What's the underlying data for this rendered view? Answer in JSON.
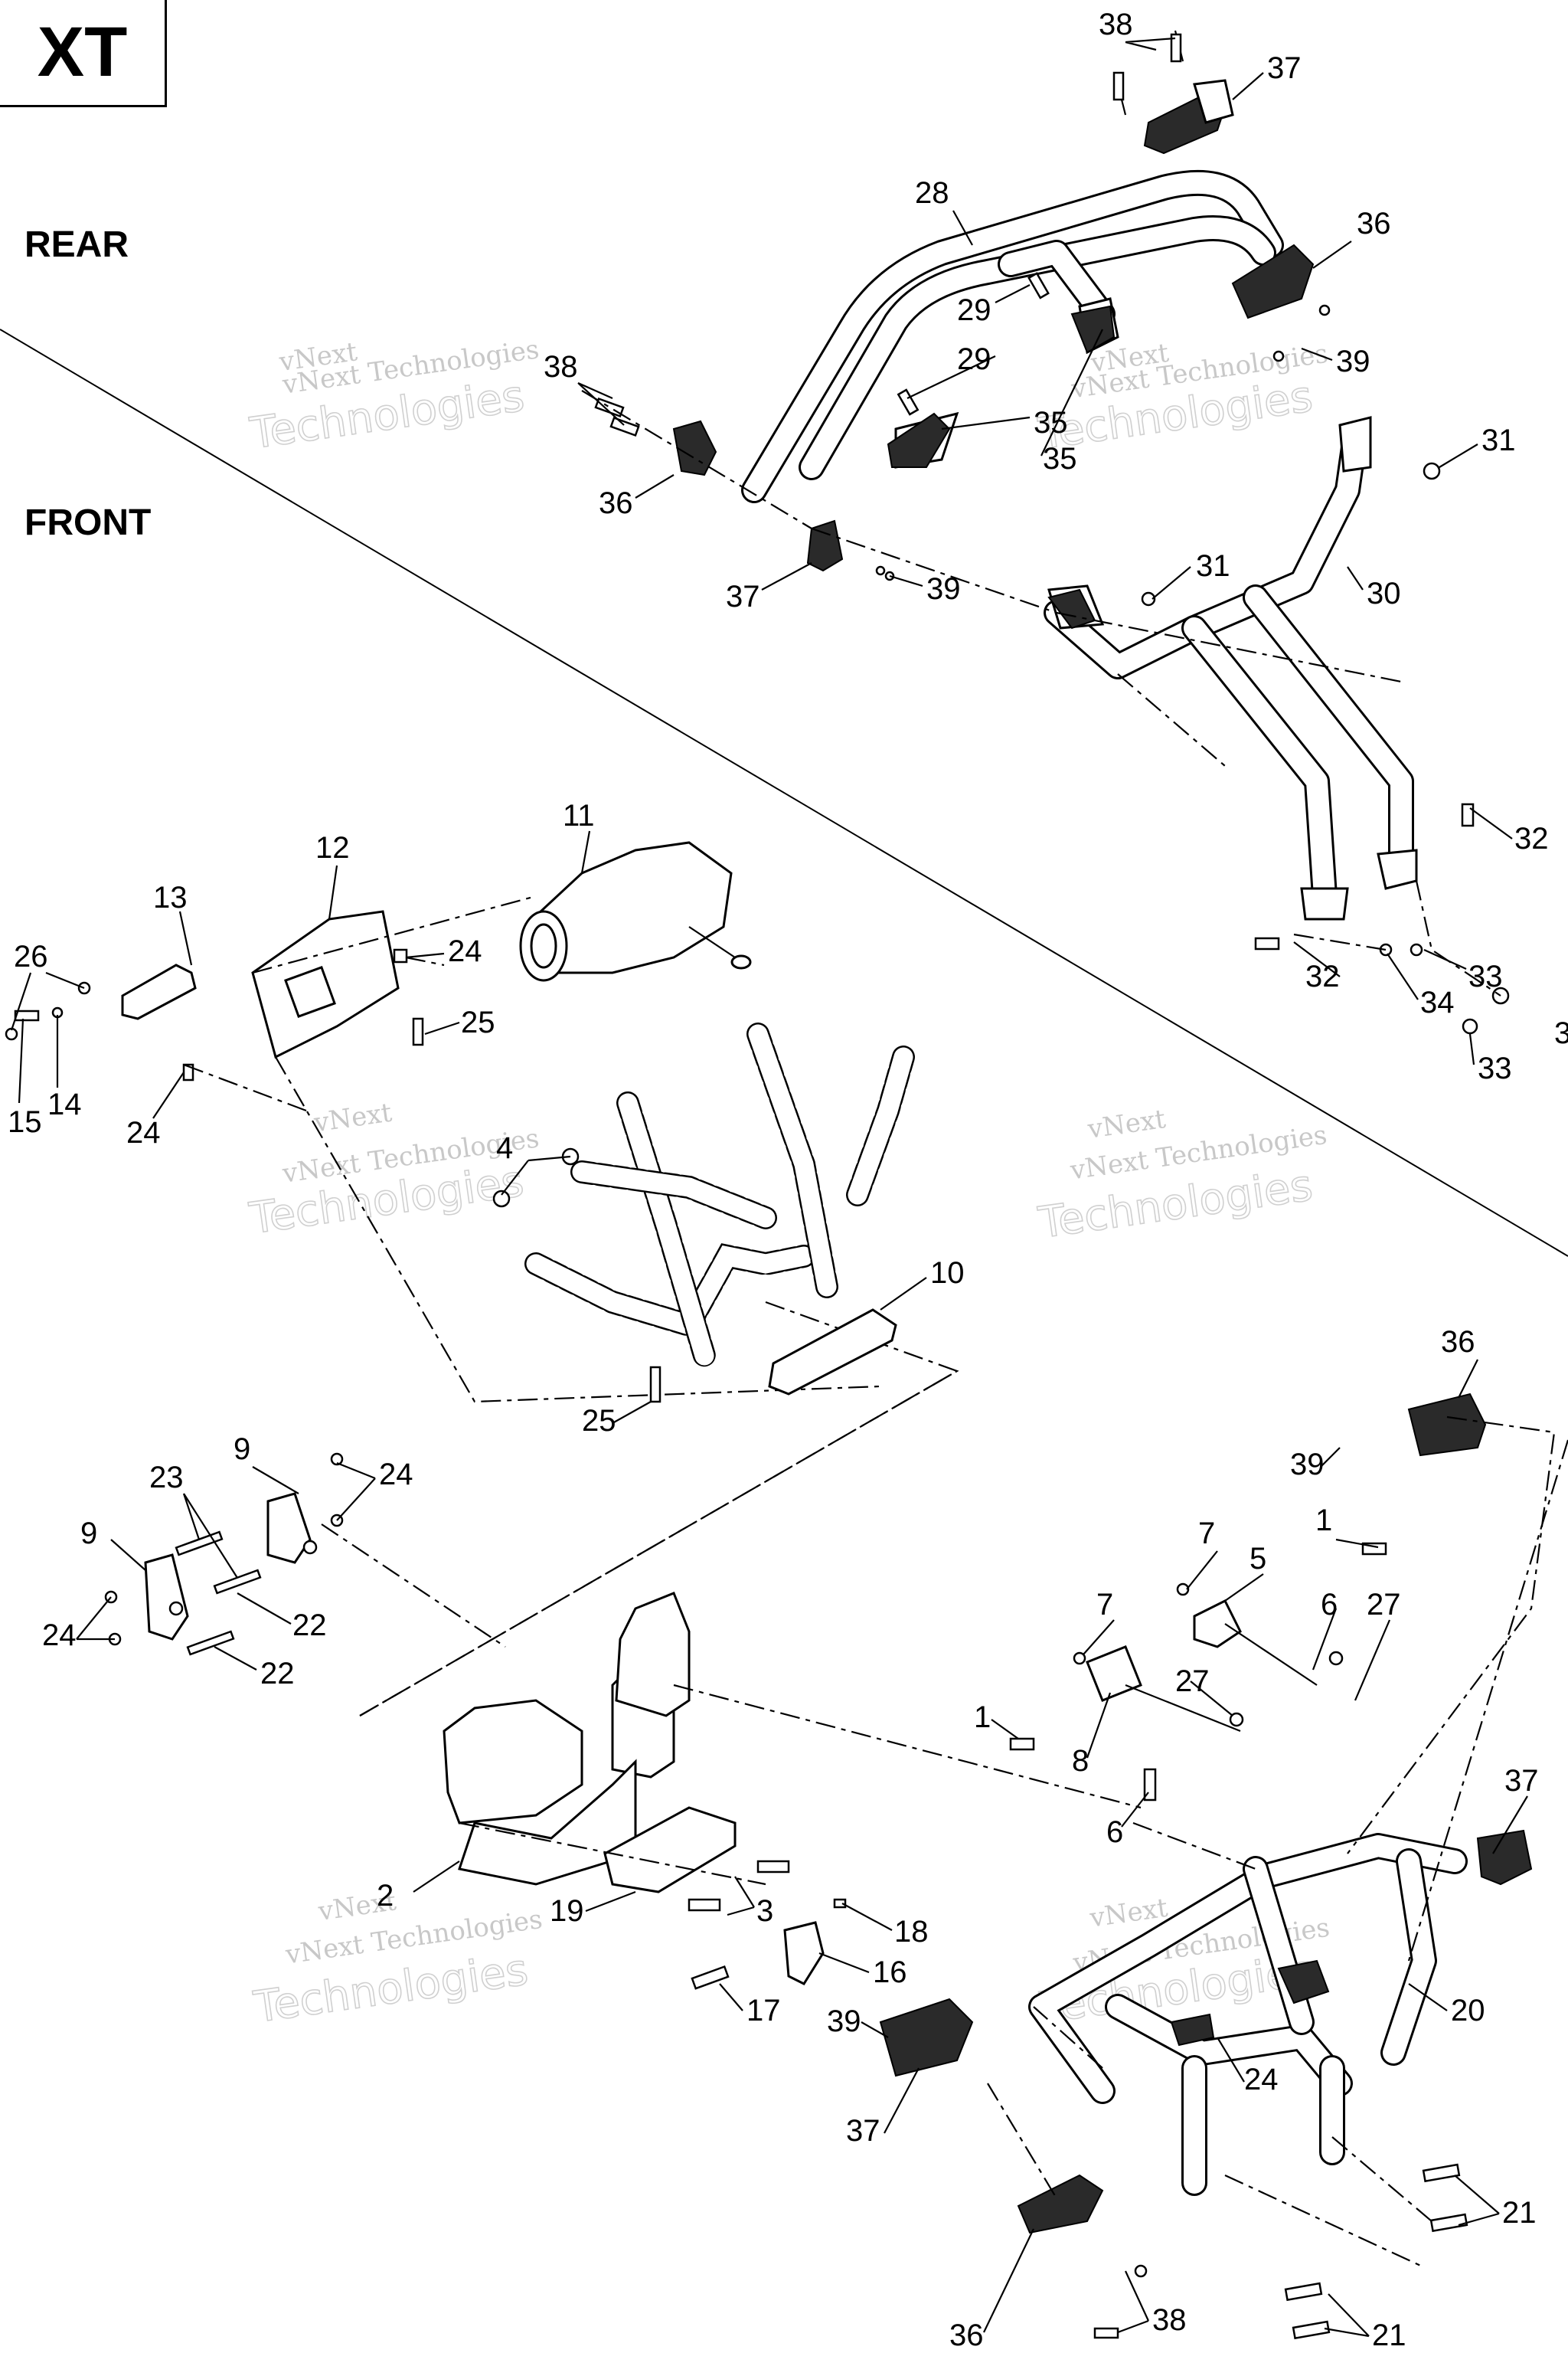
{
  "badge": "XT",
  "section_labels": {
    "rear": "REAR",
    "front": "FRONT"
  },
  "watermark": {
    "line1": "vNext Technologies",
    "line2": "Technologies",
    "top": "vNext"
  },
  "callouts": {
    "c38a": "38",
    "c37a": "37",
    "c28": "28",
    "c36a": "36",
    "c29a": "29",
    "c39a": "39",
    "c38b": "38",
    "c29b": "29",
    "c35a": "35",
    "c35b": "35",
    "c31a": "31",
    "c36b": "36",
    "c37b": "37",
    "c39b": "39",
    "c31b": "31",
    "c30": "30",
    "c32a": "32",
    "c32b": "32",
    "c33a": "33",
    "c34": "34",
    "c33b": "33",
    "c11": "11",
    "c12": "12",
    "c13": "13",
    "c26": "26",
    "c24a": "24",
    "c25a": "25",
    "c15": "15",
    "c14": "14",
    "c24b": "24",
    "c4": "4",
    "c10": "10",
    "c25b": "25",
    "c36c": "36",
    "c39c": "39",
    "c9a": "9",
    "c23": "23",
    "c24c": "24",
    "c9b": "9",
    "c22a": "22",
    "c24d": "24",
    "c22b": "22",
    "c7a": "7",
    "c5": "5",
    "c1a": "1",
    "c7b": "7",
    "c6a": "6",
    "c27a": "27",
    "c27b": "27",
    "c1b": "1",
    "c8": "8",
    "c6b": "6",
    "c2": "2",
    "c19": "19",
    "c3": "3",
    "c18": "18",
    "c16": "16",
    "c17": "17",
    "c37c": "37",
    "c39d": "39",
    "c20": "20",
    "c24e": "24",
    "c37d": "37",
    "c21a": "21",
    "c36d": "36",
    "c38c": "38",
    "c21b": "21",
    "c3cut": "3"
  }
}
